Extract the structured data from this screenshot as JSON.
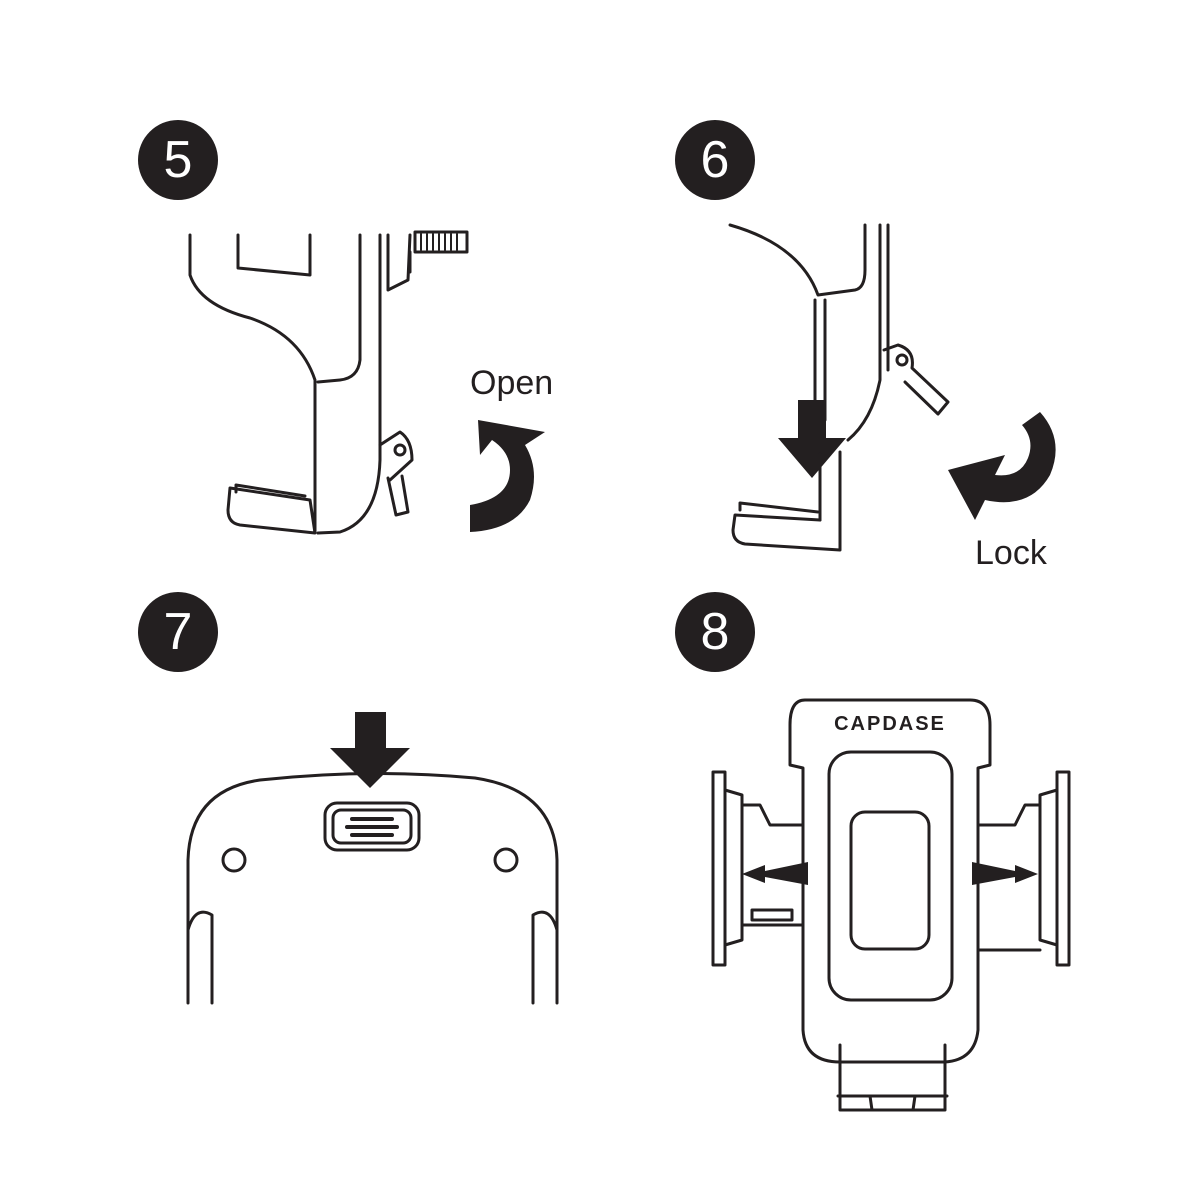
{
  "steps": [
    {
      "number": "5",
      "caption": "Open"
    },
    {
      "number": "6",
      "caption": "Lock"
    },
    {
      "number": "7",
      "caption": ""
    },
    {
      "number": "8",
      "caption": ""
    }
  ],
  "brand_label": "CAPDASE",
  "colors": {
    "ink": "#231f20",
    "paper": "#ffffff"
  },
  "icons": [
    "curved-arrow-open-icon",
    "curved-arrow-lock-icon",
    "down-arrow-icon",
    "expand-arrows-icon"
  ]
}
